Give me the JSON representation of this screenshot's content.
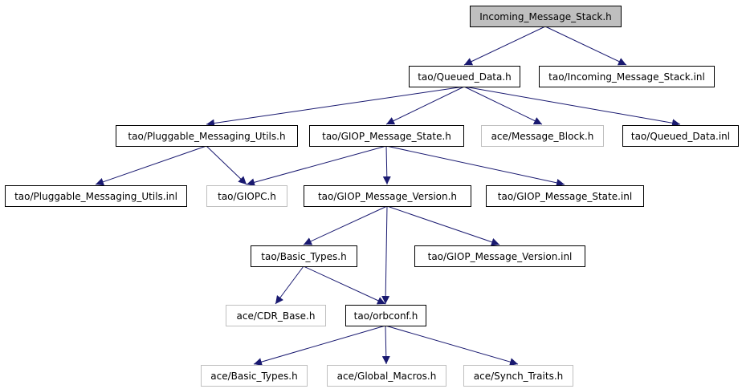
{
  "graph": {
    "colors": {
      "edge": "#191970",
      "node_border": "#000000",
      "node_border_external": "#bfbfbf",
      "root_fill": "#bfbfbf",
      "text": "#000000"
    },
    "nodes": [
      {
        "id": "incoming_message_stack_h",
        "label": "Incoming_Message_Stack.h",
        "kind": "root"
      },
      {
        "id": "queued_data_h",
        "label": "tao/Queued_Data.h",
        "kind": "normal"
      },
      {
        "id": "incoming_message_stack_inl",
        "label": "tao/Incoming_Message_Stack.inl",
        "kind": "normal"
      },
      {
        "id": "pluggable_messaging_utils_h",
        "label": "tao/Pluggable_Messaging_Utils.h",
        "kind": "normal"
      },
      {
        "id": "giop_message_state_h",
        "label": "tao/GIOP_Message_State.h",
        "kind": "normal"
      },
      {
        "id": "message_block_h",
        "label": "ace/Message_Block.h",
        "kind": "external"
      },
      {
        "id": "queued_data_inl",
        "label": "tao/Queued_Data.inl",
        "kind": "normal"
      },
      {
        "id": "pluggable_messaging_utils_inl",
        "label": "tao/Pluggable_Messaging_Utils.inl",
        "kind": "normal"
      },
      {
        "id": "giopc_h",
        "label": "tao/GIOPC.h",
        "kind": "external"
      },
      {
        "id": "giop_message_version_h",
        "label": "tao/GIOP_Message_Version.h",
        "kind": "normal"
      },
      {
        "id": "giop_message_state_inl",
        "label": "tao/GIOP_Message_State.inl",
        "kind": "normal"
      },
      {
        "id": "basic_types_h",
        "label": "tao/Basic_Types.h",
        "kind": "normal"
      },
      {
        "id": "giop_message_version_inl",
        "label": "tao/GIOP_Message_Version.inl",
        "kind": "normal"
      },
      {
        "id": "cdr_base_h",
        "label": "ace/CDR_Base.h",
        "kind": "external"
      },
      {
        "id": "orbconf_h",
        "label": "tao/orbconf.h",
        "kind": "normal"
      },
      {
        "id": "ace_basic_types_h",
        "label": "ace/Basic_Types.h",
        "kind": "external"
      },
      {
        "id": "global_macros_h",
        "label": "ace/Global_Macros.h",
        "kind": "external"
      },
      {
        "id": "synch_traits_h",
        "label": "ace/Synch_Traits.h",
        "kind": "external"
      }
    ],
    "edges": [
      {
        "from": "incoming_message_stack_h",
        "to": "queued_data_h"
      },
      {
        "from": "incoming_message_stack_h",
        "to": "incoming_message_stack_inl"
      },
      {
        "from": "queued_data_h",
        "to": "pluggable_messaging_utils_h"
      },
      {
        "from": "queued_data_h",
        "to": "giop_message_state_h"
      },
      {
        "from": "queued_data_h",
        "to": "message_block_h"
      },
      {
        "from": "queued_data_h",
        "to": "queued_data_inl"
      },
      {
        "from": "pluggable_messaging_utils_h",
        "to": "pluggable_messaging_utils_inl"
      },
      {
        "from": "pluggable_messaging_utils_h",
        "to": "giopc_h"
      },
      {
        "from": "giop_message_state_h",
        "to": "giopc_h"
      },
      {
        "from": "giop_message_state_h",
        "to": "giop_message_version_h"
      },
      {
        "from": "giop_message_state_h",
        "to": "giop_message_state_inl"
      },
      {
        "from": "giop_message_version_h",
        "to": "basic_types_h"
      },
      {
        "from": "giop_message_version_h",
        "to": "orbconf_h"
      },
      {
        "from": "giop_message_version_h",
        "to": "giop_message_version_inl"
      },
      {
        "from": "basic_types_h",
        "to": "cdr_base_h"
      },
      {
        "from": "basic_types_h",
        "to": "orbconf_h"
      },
      {
        "from": "orbconf_h",
        "to": "ace_basic_types_h"
      },
      {
        "from": "orbconf_h",
        "to": "global_macros_h"
      },
      {
        "from": "orbconf_h",
        "to": "synch_traits_h"
      }
    ]
  }
}
